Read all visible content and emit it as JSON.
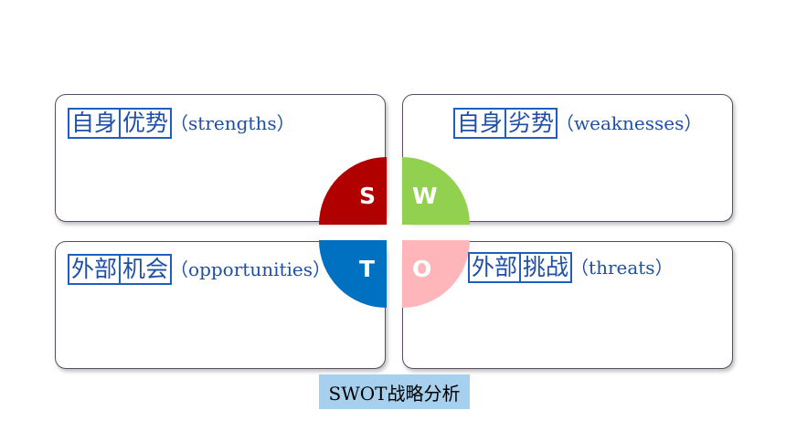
{
  "quadrants": {
    "s": {
      "cn1": "自身",
      "cn2": "优势",
      "en": "（strengths）",
      "letter": "S",
      "color": "#b00000"
    },
    "w": {
      "cn1": "自身",
      "cn2": "劣势",
      "en": "（weaknesses）",
      "letter": "W",
      "color": "#92d050"
    },
    "o": {
      "cn1": "外部",
      "cn2": "机会",
      "en": "（opportunities）",
      "letter": "T",
      "color": "#0070c0"
    },
    "t": {
      "cn1": "外部",
      "cn2": "挑战",
      "en": "（threats）",
      "letter": "O",
      "color": "#ffb6bb"
    }
  },
  "caption": "SWOT战略分析"
}
